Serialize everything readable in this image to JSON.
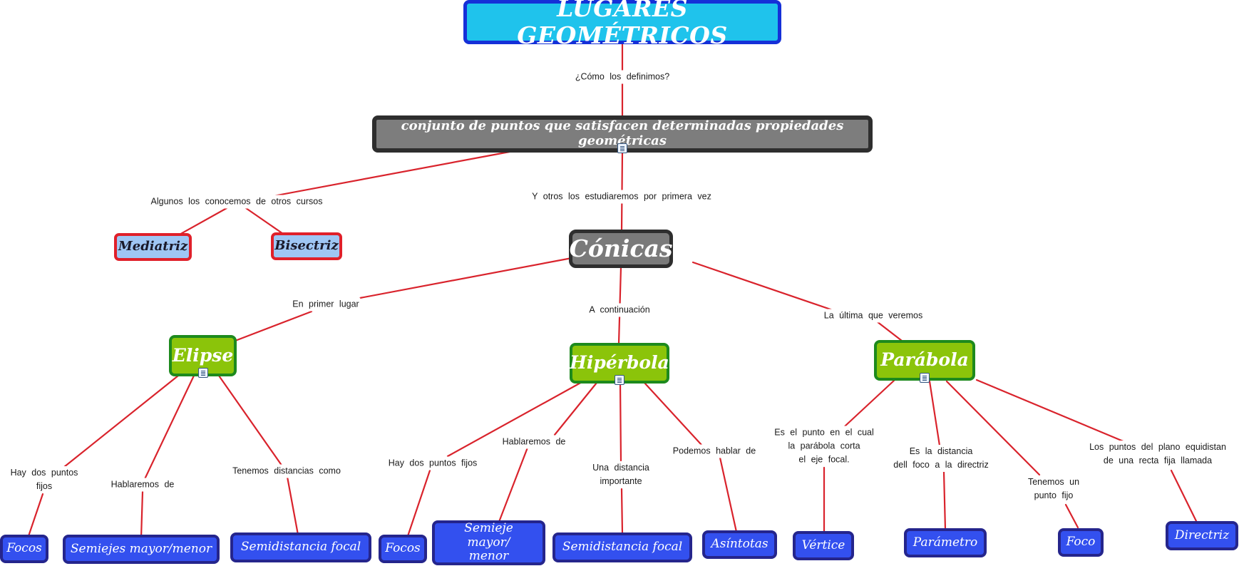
{
  "colors": {
    "link": "#d9232c",
    "title_fill": "#1fc3ec",
    "title_border": "#1530d8",
    "green_fill": "#8bc40a",
    "blue_fill": "#3350ef",
    "prev_fill": "#9fc6f4"
  },
  "nodes": {
    "title": "LUGARES GEOMÉTRICOS",
    "definition": "conjunto de puntos que satisfacen determinadas propiedades geométricas",
    "conicas": "Cónicas",
    "mediatriz": "Mediatriz",
    "bisectriz": "Bisectriz",
    "elipse": "Elipse",
    "hiperbola": "Hipérbola",
    "parabola": "Parábola",
    "elipse_focos": "Focos",
    "elipse_semiejes": "Semiejes mayor/menor",
    "elipse_semidistancia": "Semidistancia focal",
    "hiperbola_focos": "Focos",
    "hiperbola_semieje": "Semieje mayor/ menor",
    "hiperbola_semidistancia": "Semidistancia focal",
    "hiperbola_asintotas": "Asíntotas",
    "parabola_vertice": "Vértice",
    "parabola_parametro": "Parámetro",
    "parabola_foco": "Foco",
    "parabola_directriz": "Directriz"
  },
  "links": {
    "como_definimos": "¿Cómo los definimos?",
    "algunos_conocemos": "Algunos los conocemos de otros cursos",
    "otros_estudiaremos": "Y otros los estudiaremos por primera vez",
    "en_primer_lugar": "En primer lugar",
    "a_continuacion": "A continuación",
    "la_ultima": "La última que veremos",
    "elipse_hay_dos": "Hay dos puntos\nfijos",
    "elipse_hablaremos": "Hablaremos de",
    "elipse_tenemos": "Tenemos distancias como",
    "hiperbola_hay_dos": "Hay dos puntos fijos",
    "hiperbola_hablaremos": "Hablaremos de",
    "hiperbola_una_distancia": "Una distancia\nimportante",
    "hiperbola_podemos": "Podemos hablar de",
    "parabola_es_punto": "Es el punto en el cual\nla parábola corta\nel eje focal.",
    "parabola_es_distancia": "Es la distancia\ndell foco a la directriz",
    "parabola_tenemos": "Tenemos un\npunto fijo",
    "parabola_los_puntos": "Los puntos del plano equidistan\nde una recta fija llamada"
  }
}
